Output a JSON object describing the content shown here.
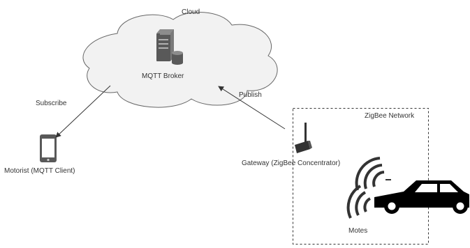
{
  "labels": {
    "cloud": "Cloud",
    "broker": "MQTT Broker",
    "publish": "Publish",
    "subscribe": "Subscribe",
    "client": "Motorist (MQTT Client)",
    "gateway": "Gateway (ZigBee Concentrator)",
    "network": "ZigBee Network",
    "motes": "Motes"
  },
  "colors": {
    "stroke": "#333333",
    "cloud_fill": "#f2f2f2",
    "cloud_stroke": "#666666",
    "icon_dark": "#595959",
    "icon_light": "#8c8c8c",
    "car": "#000000"
  },
  "icons": {
    "broker": "server-database-icon",
    "client": "smartphone-icon",
    "gateway": "wireless-router-icon",
    "motes": "wireless-signal-icon",
    "car": "car-icon"
  }
}
